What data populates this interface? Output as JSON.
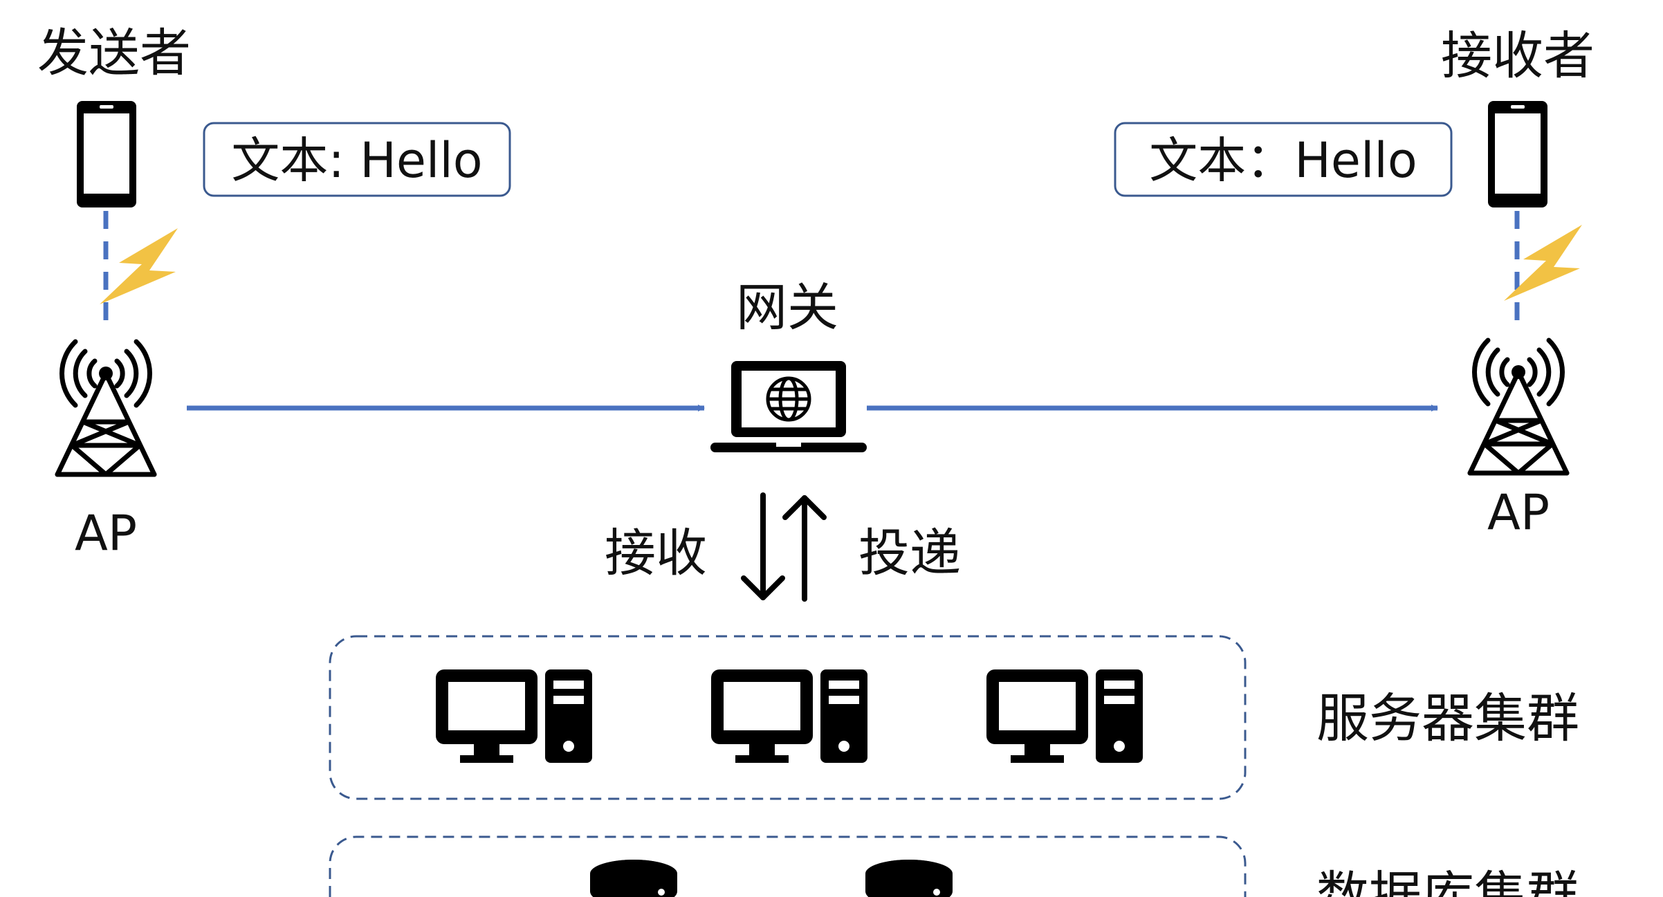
{
  "sender": {
    "title": "发送者",
    "message": "文本: Hello",
    "ap_label": "AP"
  },
  "receiver": {
    "title": "接收者",
    "message": "文本：Hello",
    "ap_label": "AP"
  },
  "gateway": {
    "label": "网关"
  },
  "flow": {
    "receive_label": "接收",
    "deliver_label": "投递"
  },
  "clusters": {
    "server": "服务器集群",
    "database": "数据库集群"
  },
  "colors": {
    "link": "#4a72c0",
    "dashed_link": "#4a72c0",
    "lightning": "#f2c244",
    "box_border": "#3b5a8f",
    "icon": "#000000"
  },
  "icons": [
    "phone-icon",
    "lightning-icon",
    "antenna-tower-icon",
    "laptop-globe-icon",
    "desktop-computer-icon",
    "database-icon"
  ]
}
